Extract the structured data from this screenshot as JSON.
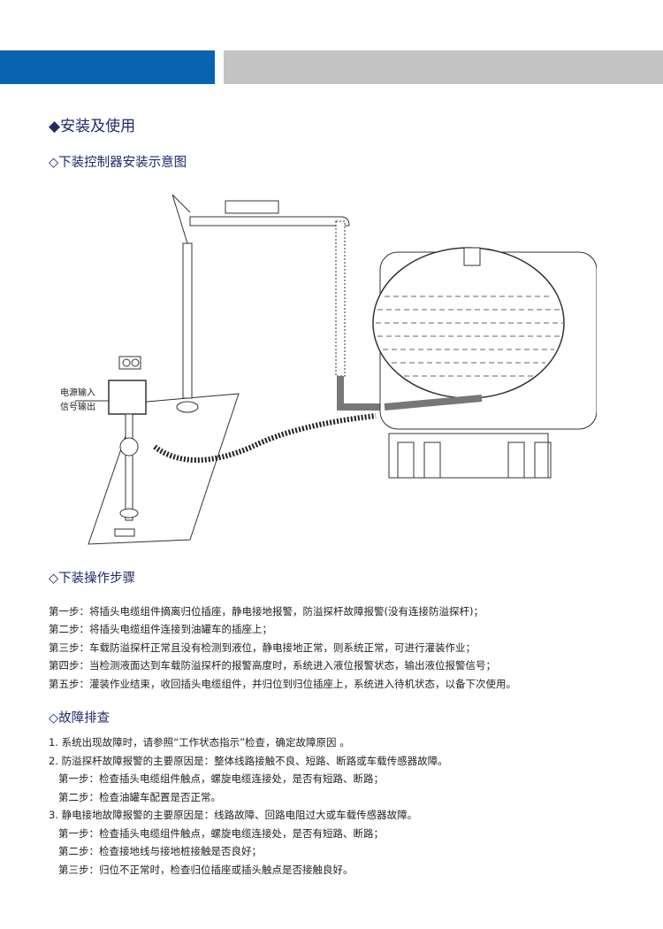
{
  "header": {
    "accent": "#0a63b0",
    "gray": "#c3c3c3"
  },
  "section_title": "◆安装及使用",
  "diagram": {
    "title": "◇下装控制器安装示意图",
    "label_power": "电源输入",
    "label_signal": "信号输出"
  },
  "steps": {
    "title": "◇下装操作步骤",
    "items": [
      "第一步：将插头电缆组件摘离归位插座，静电接地报警，防溢探杆故障报警(没有连接防溢探杆)；",
      "第二步：将插头电缆组件连接到油罐车的插座上；",
      "第三步：车载防溢探杆正常且没有检测到液位，静电接地正常，则系统正常，可进行灌装作业；",
      "第四步：当检测液面达到车载防溢探杆的报警高度时，系统进入液位报警状态，输出液位报警信号；",
      "第五步：灌装作业结束，收回插头电缆组件，并归位到归位插座上，系统进入待机状态，以备下次使用。"
    ]
  },
  "faults": {
    "title": "◇故障排查",
    "items": [
      "1. 系统出现故障时，请参照“工作状态指示”检查，确定故障原因 。",
      "2. 防溢探杆故障报警的主要原因是：整体线路接触不良、短路、断路或车载传感器故障。",
      "第一步：检查插头电缆组件触点，螺旋电缆连接处，是否有短路、断路；",
      "第二步：检查油罐车配置是否正常。",
      "3. 静电接地故障报警的主要原因是：线路故障、回路电阻过大或车载传感器故障。",
      "第一步：检查插头电缆组件触点，螺旋电缆连接处，是否有短路、断路；",
      "第二步：检查接地线与接地桩接触是否良好；",
      "第三步：归位不正常时，检查归位插座或插头触点是否接触良好。"
    ]
  }
}
